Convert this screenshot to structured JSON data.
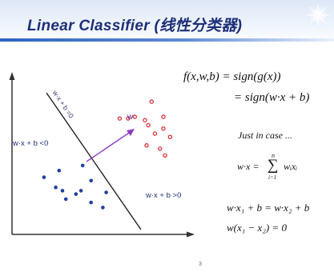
{
  "slide": {
    "title": "Linear Classifier (线性分类器)",
    "page_number": "3"
  },
  "plot": {
    "boundary_label": "w·x + b =0",
    "negative_label": "w·x + b <0",
    "positive_label": "w·x + b >0",
    "normal_vector_label": "w",
    "negative_points": [
      [
        4.2,
        4.1
      ],
      [
        1.9,
        3.4
      ],
      [
        2.8,
        3.8
      ],
      [
        4.7,
        3.2
      ],
      [
        2.6,
        2.8
      ],
      [
        3.0,
        2.6
      ],
      [
        4.1,
        2.6
      ],
      [
        5.6,
        2.5
      ],
      [
        3.8,
        2.4
      ],
      [
        3.2,
        2.1
      ],
      [
        4.7,
        1.9
      ],
      [
        5.4,
        1.6
      ]
    ],
    "positive_points": [
      [
        8.3,
        7.9
      ],
      [
        6.4,
        6.9
      ],
      [
        6.9,
        6.9
      ],
      [
        7.3,
        7.0
      ],
      [
        7.9,
        6.8
      ],
      [
        9.0,
        7.0
      ],
      [
        8.1,
        6.5
      ],
      [
        9.0,
        6.3
      ],
      [
        8.5,
        6.0
      ],
      [
        9.4,
        5.8
      ],
      [
        8.0,
        5.3
      ],
      [
        8.8,
        5.1
      ],
      [
        9.1,
        4.7
      ]
    ],
    "colors": {
      "negative": "#1f3f9e",
      "positive": "#d9262b",
      "boundary": "#222222",
      "vector": "#8e3ec2",
      "axis": "#333333"
    }
  },
  "equations": {
    "f_def": "f(x,w,b) = sign(g(x))",
    "f_expanded": "= sign(w·x + b)",
    "note": "Just in case ...",
    "dot_lhs": "w·x =",
    "dot_sum": "∑",
    "sum_upper": "n",
    "sum_lower": "i=1",
    "dot_term": "wᵢxᵢ",
    "hyperplane_1": "w·x₁ + b = w·x₂ + b",
    "hyperplane_2": "w(x₁ − x₂) = 0"
  },
  "icons": {
    "sun": "sun-glow-icon"
  }
}
